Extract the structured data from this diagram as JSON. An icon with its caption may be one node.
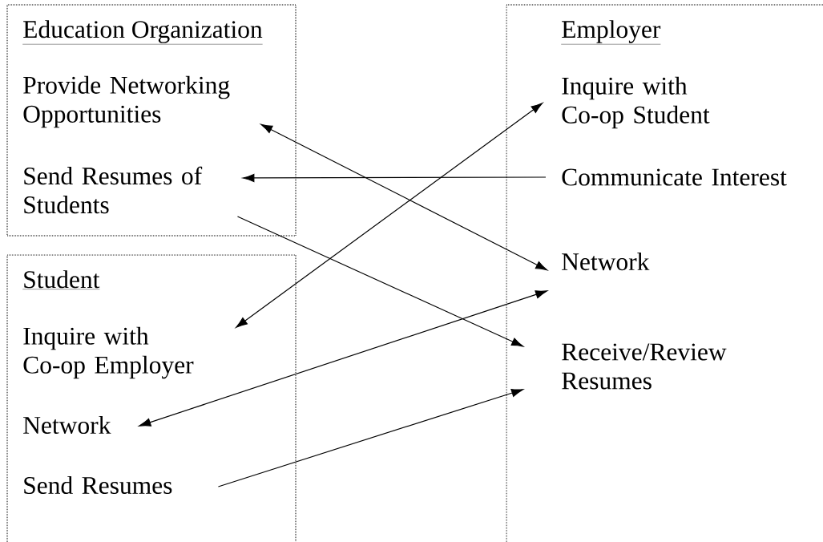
{
  "diagram": {
    "nodes": [
      {
        "text": [
          "Education Organization"
        ]
      },
      {
        "text": [
          "Provide Networking Opportunities"
        ],
        "in": 0
      },
      {
        "text": [
          "Send Resumes of Students"
        ],
        "in": 0
      },
      {
        "text": [
          "Student"
        ]
      },
      {
        "text": [
          "Inquire with Co-op Employer"
        ],
        "in": 3
      },
      {
        "text": [
          "Network"
        ],
        "in": 3
      },
      {
        "text": [
          "Send Resumes"
        ],
        "in": 3
      },
      {
        "text": [
          "Employer"
        ]
      },
      {
        "text": [
          "Inquire with Co-op Student"
        ],
        "in": 7
      },
      {
        "text": [
          "Communicate Interest"
        ],
        "in": 7
      },
      {
        "text": [
          "Network"
        ],
        "in": 7
      },
      {
        "text": [
          "Receive/Review Resumes"
        ],
        "in": 7
      }
    ],
    "edges": [
      {
        "from": 1,
        "to": 10,
        "arrow": "both"
      },
      {
        "from": 9,
        "to": 2,
        "arrow": "to"
      },
      {
        "from": 4,
        "to": 8,
        "arrow": "both"
      },
      {
        "from": 2,
        "to": 11,
        "arrow": "to"
      },
      {
        "from": 5,
        "to": 10,
        "arrow": "both"
      },
      {
        "from": 6,
        "to": 11,
        "arrow": "to"
      }
    ]
  }
}
